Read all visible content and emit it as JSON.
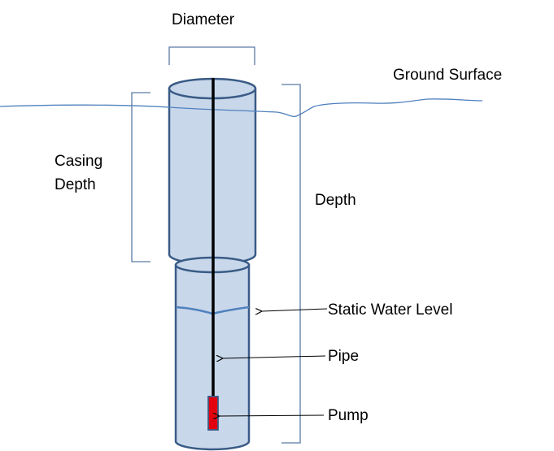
{
  "labels": {
    "diameter": "Diameter",
    "ground_surface": "Ground Surface",
    "casing_depth_line1": "Casing",
    "casing_depth_line2": "Depth",
    "depth": "Depth",
    "static_water_level": "Static Water Level",
    "pipe": "Pipe",
    "pump": "Pump"
  },
  "colors": {
    "well_fill": "#c8d7ea",
    "well_outline": "#3a5b86",
    "bracket": "#5a7aa4",
    "ground_line": "#4f81bd",
    "water_line": "#4f81bd",
    "pipe": "#000000",
    "pump": "#e3000f",
    "arrow": "#000000"
  }
}
